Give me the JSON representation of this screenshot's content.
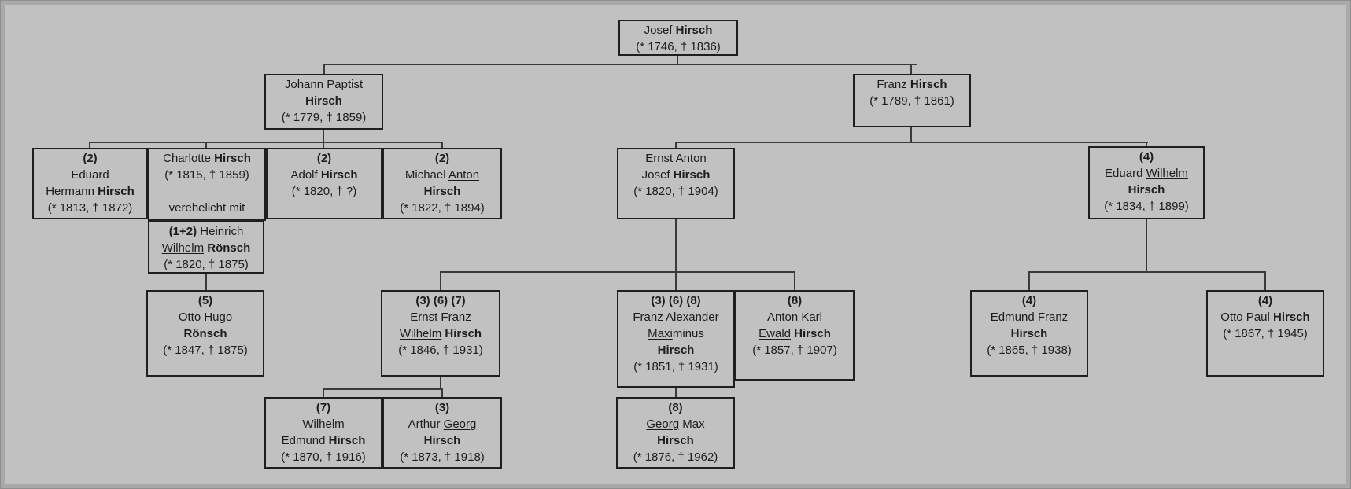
{
  "diagram": {
    "type": "family-tree",
    "family_name": "Hirsch",
    "marriage_note": "verehelicht mit",
    "colors": {
      "background": "#c1c1c1",
      "outer_frame": "#a9a9a9",
      "box_border": "#1f1f1f",
      "connector_line": "#3a3a3a",
      "text": "#1c1c1c"
    }
  },
  "persons": {
    "josef": {
      "lines": [
        [
          {
            "t": "Josef "
          },
          {
            "t": "Hirsch",
            "b": 1
          }
        ],
        [
          {
            "t": "(* 1746, † 1836)"
          }
        ]
      ]
    },
    "johann_paptist": {
      "lines": [
        [
          {
            "t": "Johann Paptist"
          }
        ],
        [
          {
            "t": "Hirsch",
            "b": 1
          }
        ],
        [
          {
            "t": "(* 1779, † 1859)"
          }
        ]
      ]
    },
    "franz": {
      "lines": [
        [
          {
            "t": "Franz "
          },
          {
            "t": "Hirsch",
            "b": 1
          }
        ],
        [
          {
            "t": "(* 1789, † 1861)"
          }
        ]
      ]
    },
    "eduard_hermann": {
      "lines": [
        [
          {
            "t": "(2)",
            "b": 1
          }
        ],
        [
          {
            "t": "Eduard"
          }
        ],
        [
          {
            "t": "Hermann",
            "u": 1
          },
          {
            "t": " "
          },
          {
            "t": "Hirsch",
            "b": 1
          }
        ],
        [
          {
            "t": "(* 1813, † 1872)"
          }
        ]
      ]
    },
    "charlotte": {
      "lines": [
        [
          {
            "t": "Charlotte "
          },
          {
            "t": "Hirsch",
            "b": 1
          }
        ],
        [
          {
            "t": "(* 1815, † 1859)"
          }
        ],
        [],
        [
          {
            "t": "verehelicht mit"
          }
        ]
      ]
    },
    "heinrich_wilhelm_roensch": {
      "lines": [
        [
          {
            "t": "(1+2)",
            "b": 1
          },
          {
            "t": " Heinrich"
          }
        ],
        [
          {
            "t": "Wilhelm",
            "u": 1
          },
          {
            "t": " "
          },
          {
            "t": "Rönsch",
            "b": 1
          }
        ],
        [
          {
            "t": "(* 1820, † 1875)"
          }
        ]
      ]
    },
    "adolf": {
      "lines": [
        [
          {
            "t": "(2)",
            "b": 1
          }
        ],
        [
          {
            "t": "Adolf "
          },
          {
            "t": "Hirsch",
            "b": 1
          }
        ],
        [
          {
            "t": "(* 1820, † ?)"
          }
        ]
      ]
    },
    "michael_anton": {
      "lines": [
        [
          {
            "t": "(2)",
            "b": 1
          }
        ],
        [
          {
            "t": "Michael "
          },
          {
            "t": "Anton",
            "u": 1
          }
        ],
        [
          {
            "t": "Hirsch",
            "b": 1
          }
        ],
        [
          {
            "t": "(* 1822, † 1894)"
          }
        ]
      ]
    },
    "ernst_anton_josef": {
      "lines": [
        [
          {
            "t": "Ernst Anton"
          }
        ],
        [
          {
            "t": "Josef "
          },
          {
            "t": "Hirsch",
            "b": 1
          }
        ],
        [
          {
            "t": "(* 1820, † 1904)"
          }
        ]
      ]
    },
    "eduard_wilhelm": {
      "lines": [
        [
          {
            "t": "(4)",
            "b": 1
          }
        ],
        [
          {
            "t": "Eduard "
          },
          {
            "t": "Wilhelm",
            "u": 1
          }
        ],
        [
          {
            "t": "Hirsch",
            "b": 1
          }
        ],
        [
          {
            "t": "(* 1834, † 1899)"
          }
        ]
      ]
    },
    "otto_hugo_roensch": {
      "lines": [
        [
          {
            "t": "(5)",
            "b": 1
          }
        ],
        [
          {
            "t": "Otto Hugo"
          }
        ],
        [
          {
            "t": "Rönsch",
            "b": 1
          }
        ],
        [
          {
            "t": "(* 1847, † 1875)"
          }
        ]
      ]
    },
    "ernst_franz_wilhelm": {
      "lines": [
        [
          {
            "t": "(3) (6) (7)",
            "b": 1
          }
        ],
        [
          {
            "t": "Ernst Franz"
          }
        ],
        [
          {
            "t": "Wilhelm",
            "u": 1
          },
          {
            "t": " "
          },
          {
            "t": "Hirsch",
            "b": 1
          }
        ],
        [
          {
            "t": "(* 1846, † 1931)"
          }
        ]
      ]
    },
    "franz_alexander_maximinus": {
      "lines": [
        [
          {
            "t": "(3) (6) (8)",
            "b": 1
          }
        ],
        [
          {
            "t": "Franz Alexander"
          }
        ],
        [
          {
            "t": "Maxi",
            "u": 1
          },
          {
            "t": "minus"
          }
        ],
        [
          {
            "t": "Hirsch",
            "b": 1
          }
        ],
        [
          {
            "t": "(* 1851, † 1931)"
          }
        ]
      ]
    },
    "anton_karl_ewald": {
      "lines": [
        [
          {
            "t": "(8)",
            "b": 1
          }
        ],
        [
          {
            "t": "Anton Karl"
          }
        ],
        [
          {
            "t": "Ewald",
            "u": 1
          },
          {
            "t": " "
          },
          {
            "t": "Hirsch",
            "b": 1
          }
        ],
        [
          {
            "t": "(* 1857, † 1907)"
          }
        ]
      ]
    },
    "edmund_franz": {
      "lines": [
        [
          {
            "t": "(4)",
            "b": 1
          }
        ],
        [
          {
            "t": "Edmund Franz"
          }
        ],
        [
          {
            "t": "Hirsch",
            "b": 1
          }
        ],
        [
          {
            "t": "(* 1865, † 1938)"
          }
        ]
      ]
    },
    "otto_paul": {
      "lines": [
        [
          {
            "t": "(4)",
            "b": 1
          }
        ],
        [
          {
            "t": "Otto Paul "
          },
          {
            "t": "Hirsch",
            "b": 1
          }
        ],
        [
          {
            "t": "(* 1867, † 1945)"
          }
        ]
      ]
    },
    "wilhelm_edmund": {
      "lines": [
        [
          {
            "t": "(7)",
            "b": 1
          }
        ],
        [
          {
            "t": "Wilhelm"
          }
        ],
        [
          {
            "t": "Edmund "
          },
          {
            "t": "Hirsch",
            "b": 1
          }
        ],
        [
          {
            "t": "(* 1870, † 1916)"
          }
        ]
      ]
    },
    "arthur_georg": {
      "lines": [
        [
          {
            "t": "(3)",
            "b": 1
          }
        ],
        [
          {
            "t": "Arthur "
          },
          {
            "t": "Georg",
            "u": 1
          }
        ],
        [
          {
            "t": "Hirsch",
            "b": 1
          }
        ],
        [
          {
            "t": "(* 1873, † 1918)"
          }
        ]
      ]
    },
    "georg_max": {
      "lines": [
        [
          {
            "t": "(8)",
            "b": 1
          }
        ],
        [
          {
            "t": "Georg",
            "u": 1
          },
          {
            "t": " Max"
          }
        ],
        [
          {
            "t": "Hirsch",
            "b": 1
          }
        ],
        [
          {
            "t": "(* 1876, † 1962)"
          }
        ]
      ]
    }
  }
}
